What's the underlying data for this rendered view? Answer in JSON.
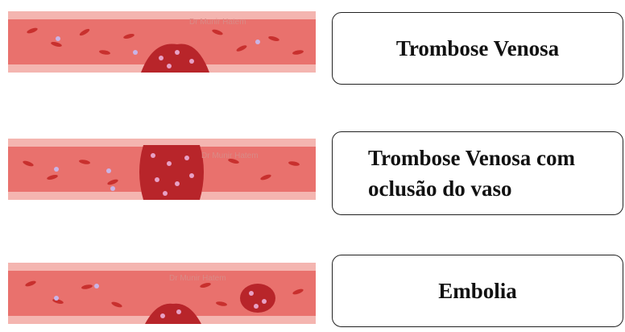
{
  "panels": [
    {
      "label": "Trombose Venosa",
      "watermark": "Dr Munir Hatem"
    },
    {
      "label_line1": "Trombose Venosa com",
      "label_line2": "oclusão do vaso",
      "watermark": "Dr Munir Hatem"
    },
    {
      "label": "Embolia",
      "watermark": "Dr Munir Hatem"
    }
  ],
  "colors": {
    "vessel": "#e8706c",
    "wall": "#f4b8b4",
    "cell": "#c8302e",
    "platelet": "#c9b4e6",
    "clot": "#b8252a"
  }
}
